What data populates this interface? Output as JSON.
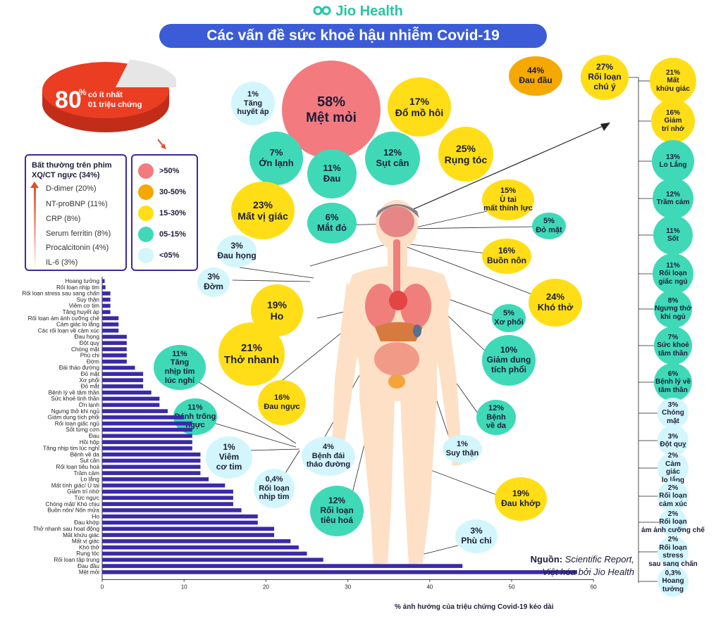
{
  "brand": "Jio Health",
  "title": "Các vấn đề sức khoẻ hậu nhiễm Covid-19",
  "pie": {
    "percent": "80",
    "pct_sign": "%",
    "caption_line1": "có ít nhất",
    "caption_line2": "01 triệu chứng",
    "value": 0.8
  },
  "abnormal": {
    "title_line1": "Bất thường trên phim",
    "title_line2": "XQ/CT ngực (34%)",
    "items": [
      "D-dimer (20%)",
      "NT-proBNP (11%)",
      "CRP (8%)",
      "Serum ferritin (8%)",
      "Procalcitonin (4%)",
      "IL-6 (3%)"
    ]
  },
  "legend": [
    {
      "label": ">50%",
      "color": "#f37a7e"
    },
    {
      "label": "30-50%",
      "color": "#f5a800"
    },
    {
      "label": "15-30%",
      "color": "#ffde17"
    },
    {
      "label": "05-15%",
      "color": "#3fd9b7"
    },
    {
      "label": "<05%",
      "color": "#d2f6fb"
    }
  ],
  "bubbles": {
    "met_moi": {
      "pct": "58%",
      "label": "Mệt mỏi"
    },
    "tang_huyet_ap": {
      "pct": "1%",
      "label1": "Tăng",
      "label2": "huyết áp"
    },
    "do_mo_hoi": {
      "pct": "17%",
      "label": "Đổ mồ hôi"
    },
    "on_lanh": {
      "pct": "7%",
      "label": "Ớn lạnh"
    },
    "sut_can": {
      "pct": "12%",
      "label": "Sụt cân"
    },
    "rung_toc": {
      "pct": "25%",
      "label": "Rụng tóc"
    },
    "dau": {
      "pct": "11%",
      "label": "Đau"
    },
    "mat_vi_giac": {
      "pct": "23%",
      "label": "Mất vị giác"
    },
    "mat_do": {
      "pct": "6%",
      "label": "Mắt đỏ"
    },
    "u_tai": {
      "pct": "15%",
      "label1": "Ù tai",
      "label2": "mất thính lực"
    },
    "do_mat": {
      "pct": "5%",
      "label": "Đỏ mặt"
    },
    "dau_hong": {
      "pct": "3%",
      "label": "Đau họng"
    },
    "buon_non": {
      "pct": "16%",
      "label": "Buồn nôn"
    },
    "dom": {
      "pct": "3%",
      "label": "Đờm"
    },
    "ho": {
      "pct": "19%",
      "label": "Ho"
    },
    "kho_tho": {
      "pct": "24%",
      "label": "Khó thở"
    },
    "xo_phoi": {
      "pct": "5%",
      "label": "Xơ phổi"
    },
    "tho_nhanh": {
      "pct": "21%",
      "label": "Thở nhanh"
    },
    "giam_dung_tich": {
      "pct": "10%",
      "label1": "Giảm dung",
      "label2": "tích phổi"
    },
    "tang_nhip_tim": {
      "pct": "11%",
      "label1": "Tăng",
      "label2": "nhịp tim",
      "label3": "lúc nghỉ"
    },
    "dau_nguc": {
      "pct": "16%",
      "label": "Đau ngực"
    },
    "danh_trong_nguc": {
      "pct": "11%",
      "label1": "Đánh trống",
      "label2": "ngực"
    },
    "benh_ve_da": {
      "pct": "12%",
      "label1": "Bệnh",
      "label2": "về da"
    },
    "viem_co_tim": {
      "pct": "1%",
      "label1": "Viêm",
      "label2": "cơ tim"
    },
    "benh_dai_thao_duong": {
      "pct": "4%",
      "label1": "Bệnh đái",
      "label2": "tháo đường"
    },
    "suy_than": {
      "pct": "1%",
      "label": "Suy thận"
    },
    "roi_loan_nhip_tim": {
      "pct": "0,4%",
      "label1": "Rối loạn",
      "label2": "nhịp tim"
    },
    "roi_loan_tieu_hoa": {
      "pct": "12%",
      "label1": "Rối loạn",
      "label2": "tiêu hoá"
    },
    "dau_khop": {
      "pct": "19%",
      "label": "Đau khớp"
    },
    "phu_chi": {
      "pct": "3%",
      "label": "Phù chi"
    },
    "dau_dau": {
      "pct": "44%",
      "label": "Đau đầu"
    },
    "roi_loan_chu_y": {
      "pct": "27%",
      "label1": "Rối loạn",
      "label2": "chú ý"
    }
  },
  "neuro": [
    {
      "pct": "21%",
      "l1": "Mất",
      "l2": "khứu giác",
      "color": "#ffde17"
    },
    {
      "pct": "16%",
      "l1": "Giảm",
      "l2": "trí nhớ",
      "color": "#ffde17"
    },
    {
      "pct": "13%",
      "l1": "Lo Lắng",
      "l2": "",
      "color": "#3fd9b7"
    },
    {
      "pct": "12%",
      "l1": "Trầm cảm",
      "l2": "",
      "color": "#3fd9b7"
    },
    {
      "pct": "11%",
      "l1": "Sốt",
      "l2": "",
      "color": "#3fd9b7"
    },
    {
      "pct": "11%",
      "l1": "Rối loạn",
      "l2": "giấc ngủ",
      "color": "#3fd9b7"
    },
    {
      "pct": "8%",
      "l1": "Ngưng thở",
      "l2": "khi ngủ",
      "color": "#3fd9b7"
    },
    {
      "pct": "7%",
      "l1": "Sức khoẻ",
      "l2": "tâm thần",
      "color": "#3fd9b7"
    },
    {
      "pct": "6%",
      "l1": "Bệnh lý về",
      "l2": "tâm thần",
      "color": "#3fd9b7"
    },
    {
      "pct": "3%",
      "l1": "Chóng mặt",
      "l2": "",
      "color": "#d2f6fb"
    },
    {
      "pct": "3%",
      "l1": "Đột quỵ",
      "l2": "",
      "color": "#d2f6fb"
    },
    {
      "pct": "2%",
      "l1": "Cảm giác",
      "l2": "lo lắng",
      "color": "#d2f6fb"
    },
    {
      "pct": "2%",
      "l1": "Rối loạn",
      "l2": "cảm xúc",
      "color": "#d2f6fb"
    },
    {
      "pct": "2%",
      "l1": "Rối loạn",
      "l2": "ám ảnh cưỡng chế",
      "color": "#d2f6fb"
    },
    {
      "pct": "2%",
      "l1": "Rối loạn stress",
      "l2": "sau sang chấn",
      "color": "#d2f6fb"
    },
    {
      "pct": "0,3%",
      "l1": "Hoang tưởng",
      "l2": "",
      "color": "#d2f6fb"
    }
  ],
  "source": {
    "prefix": "Nguồn:",
    "ref": "Scientific Report,",
    "line2": "Việt hóa bởi Jio Health"
  },
  "chart_data": {
    "type": "bar",
    "orientation": "horizontal",
    "xlabel": "% ảnh hưởng của triệu chứng Covid-19 kéo dài",
    "xlim": [
      0,
      60
    ],
    "xticks": [
      0,
      10,
      20,
      30,
      40,
      50,
      60
    ],
    "bar_color": "#3a2aa8",
    "categories": [
      "Hoang tưởng",
      "Rối loạn nhịp tim",
      "Rối loạn stress sau sang chấn",
      "Suy thận",
      "Viêm cơ tim",
      "Tăng huyết áp",
      "Rối loạn ám ảnh cưỡng chế",
      "Cảm giác lo lắng",
      "Các rối loạn về cảm xúc",
      "Đau họng",
      "Đột quỵ",
      "Chóng mặt",
      "Phù chi",
      "Đờm",
      "Đái tháo đường",
      "Đỏ mặt",
      "Xơ phổi",
      "Đỏ mắt",
      "Bệnh lý về tâm thần",
      "Sức khoẻ tinh thần",
      "Ớn lạnh",
      "Ngưng thở khi ngủ",
      "Giảm dung tích phổi",
      "Rối loạn giấc ngủ",
      "Sốt từng cơn",
      "Đau",
      "Hồi hộp",
      "Tăng nhịp tim lúc nghỉ",
      "Bệnh về da",
      "Sụt cân",
      "Rối loạn tiêu hoá",
      "Trầm cảm",
      "Lo lắng",
      "Mất tính giác/ Ù tai",
      "Giảm trí nhớ",
      "Tức ngực",
      "Chóng mặt/ Khó chịu",
      "Buồn nôn/ Nôn mửa",
      "Ho",
      "Đau khớp",
      "Thở nhanh sau hoạt động",
      "Mất khứu giác",
      "Mất vị giác",
      "Khó thở",
      "Rụng tóc",
      "Rối loạn tập trung",
      "Đau đầu",
      "Mệt mỏi"
    ],
    "values": [
      0.3,
      0.4,
      1,
      1,
      1,
      1,
      2,
      2,
      2,
      3,
      3,
      3,
      3,
      3,
      4,
      5,
      5,
      5,
      6,
      7,
      7,
      8,
      10,
      11,
      11,
      11,
      11,
      11,
      12,
      12,
      12,
      12,
      13,
      15,
      16,
      16,
      16,
      17,
      19,
      19,
      21,
      21,
      23,
      24,
      25,
      27,
      44,
      58
    ]
  }
}
